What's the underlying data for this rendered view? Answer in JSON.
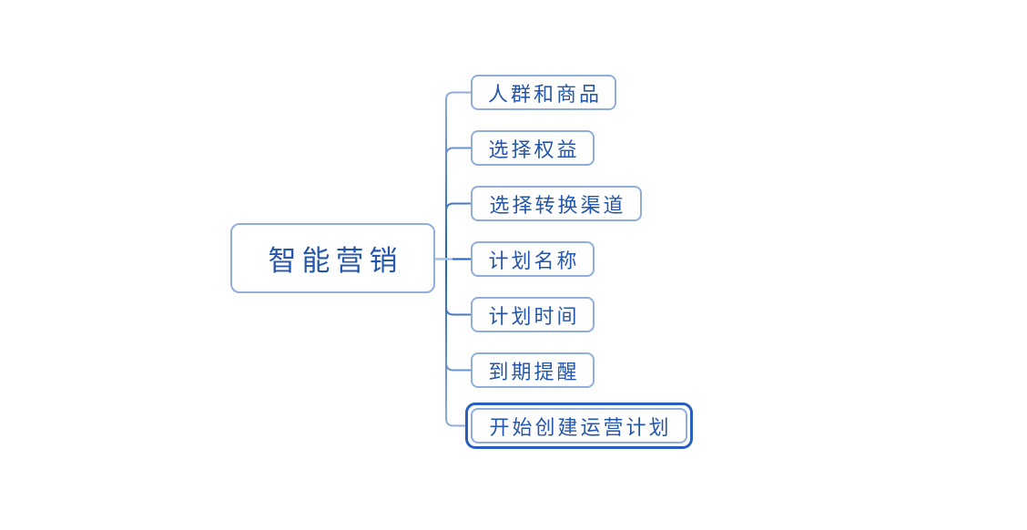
{
  "diagram": {
    "type": "mindmap",
    "root": {
      "label": "智能营销",
      "selected": false
    },
    "children": [
      {
        "label": "人群和商品",
        "selected": false
      },
      {
        "label": "选择权益",
        "selected": false
      },
      {
        "label": "选择转换渠道",
        "selected": false
      },
      {
        "label": "计划名称",
        "selected": false
      },
      {
        "label": "计划时间",
        "selected": false
      },
      {
        "label": "到期提醒",
        "selected": false
      },
      {
        "label": "开始创建运营计划",
        "selected": true
      }
    ],
    "colors": {
      "background": "#FFFFFF",
      "node_border": "#8FAEDC",
      "node_text": "#2456AB",
      "branch_light": "#8FAEDC",
      "branch_dark": "#1E5FBA",
      "root_connector": "#A6C1E6",
      "selection_border": "#2B5FBD"
    }
  }
}
